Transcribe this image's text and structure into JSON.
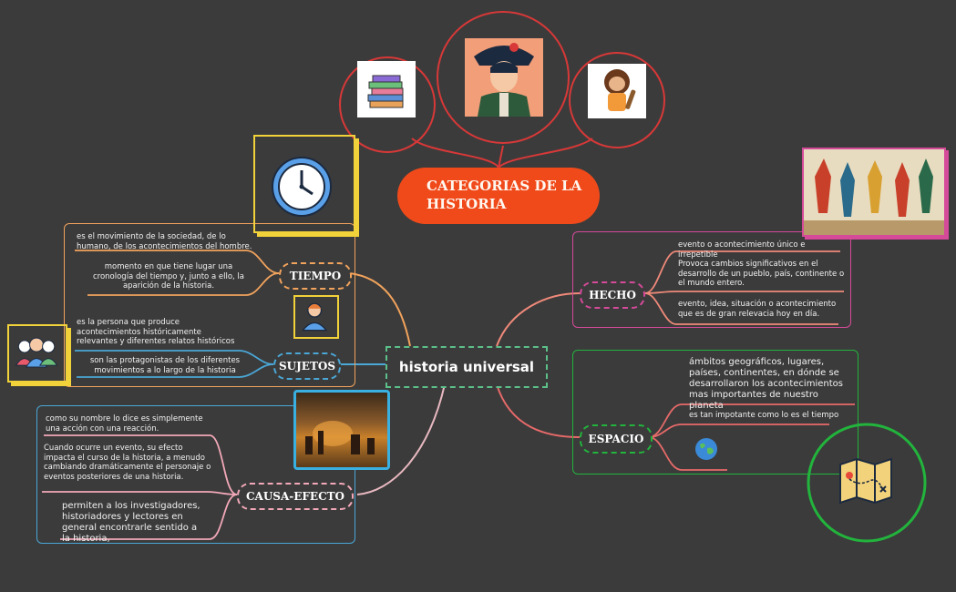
{
  "title": "CATEGORIAS DE LA HISTORIA",
  "center": "historia universal",
  "nodes": {
    "tiempo": "TIEMPO",
    "sujetos": "SUJETOS",
    "causa": "CAUSA-EFECTO",
    "hecho": "HECHO",
    "espacio": "ESPACIO"
  },
  "tiempo": {
    "t1": "es el movimiento de la sociedad, de lo humano, de los acontecimientos del hombre.",
    "t2": "momento en que tiene lugar una cronología del tiempo y, junto a ello, la aparición de la historia."
  },
  "sujetos": {
    "t1": "es la persona que produce acontecimientos históricamente relevantes y diferentes relatos históricos",
    "t2": "son las protagonistas de los diferentes movimientos a lo largo de la historia"
  },
  "causa": {
    "t1": "como su nombre lo dice es simplemente una acción con una reacción.",
    "t2": "Cuando ocurre un evento, su efecto impacta el curso de la historia, a menudo cambiando dramáticamente el personaje o eventos posteriores de una historia.",
    "t3": "permiten a los investigadores, historiadores y lectores en general encontrarle sentido a la historia,"
  },
  "hecho": {
    "t1": "evento o acontecimiento único e irrepetible",
    "t2": "Provoca cambios significativos en el desarrollo de un pueblo, país, continente o el mundo entero.",
    "t3": "evento, idea, situación o acontecimiento que es de gran relevacia hoy en día."
  },
  "espacio": {
    "t1": "ámbitos geográficos, lugares, países, continentes, en dónde se desarrollaron los acontecimientos mas importantes de nuestro planeta",
    "t2": "es tan impotante como lo es el tiempo"
  },
  "icons": [
    "books-icon",
    "napoleon-icon",
    "caveman-icon",
    "clock-icon",
    "person-icon",
    "people-group-icon",
    "burning-city-image",
    "aztec-codex-image",
    "globe-icon",
    "map-icon"
  ]
}
